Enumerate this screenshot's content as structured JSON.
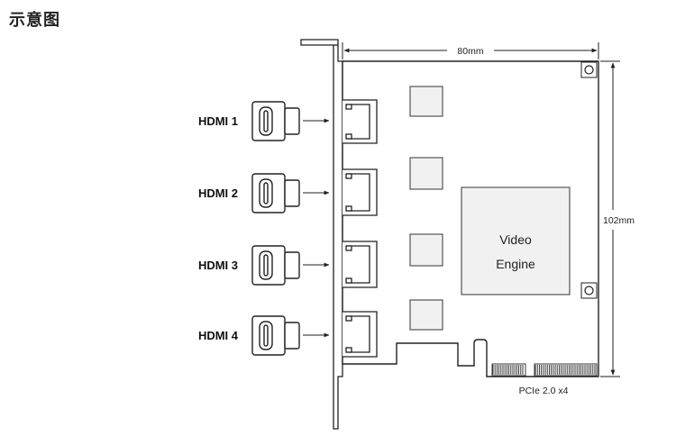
{
  "title": "示意图",
  "ports": [
    {
      "label": "HDMI 1"
    },
    {
      "label": "HDMI 2"
    },
    {
      "label": "HDMI 3"
    },
    {
      "label": "HDMI 4"
    }
  ],
  "dimensions": {
    "width": "80mm",
    "height": "102mm"
  },
  "chip": {
    "line1": "Video",
    "line2": "Engine"
  },
  "connector": "PCIe 2.0 x4"
}
